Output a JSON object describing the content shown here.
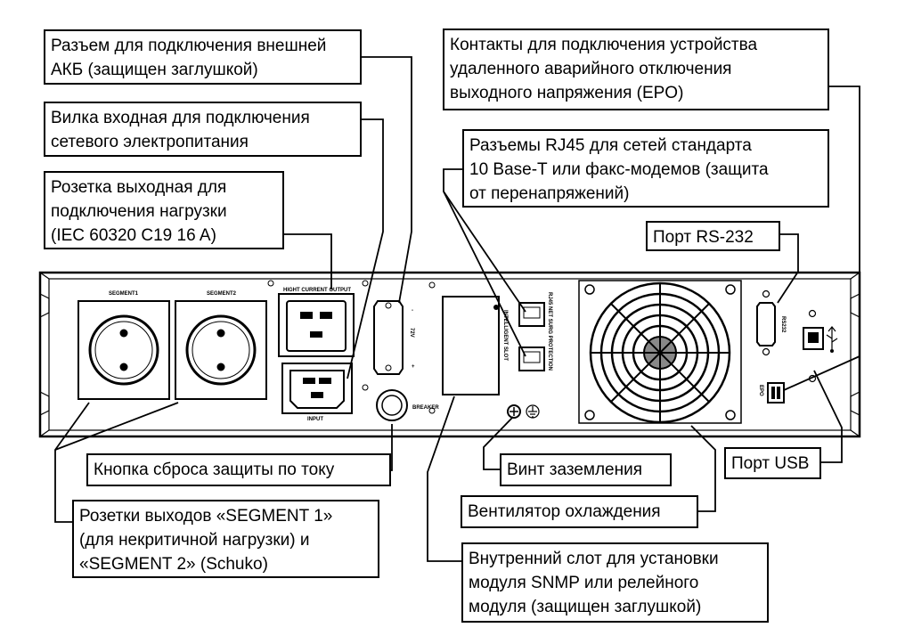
{
  "callouts": {
    "battery_connector": [
      "Разъем для подключения внешней",
      "АКБ (защищен заглушкой)"
    ],
    "input_plug": [
      "Вилка входная для подключения",
      "сетевого электропитания"
    ],
    "output_socket": [
      "Розетка выходная для",
      "подключения нагрузки",
      "(IEC 60320 C19 16 A)"
    ],
    "epo_contacts": [
      "Контакты для подключения устройства",
      "удаленного аварийного отключения",
      "выходного напряжения (EPO)"
    ],
    "rj45_ports": [
      "Разъемы RJ45 для сетей стандарта",
      "10 Base-T или факс-модемов (защита",
      "от перенапряжений)"
    ],
    "rs232_port": [
      "Порт RS-232"
    ],
    "reset_button": [
      "Кнопка сброса защиты по току"
    ],
    "segment_outlets": [
      "Розетки выходов «SEGMENT 1»",
      "(для некритичной нагрузки) и",
      "«SEGMENT 2» (Schuko)"
    ],
    "ground_screw": [
      "Винт заземления"
    ],
    "cooling_fan": [
      "Вентилятор охлаждения"
    ],
    "usb_port": [
      "Порт USB"
    ],
    "internal_slot": [
      "Внутренний слот для установки",
      "модуля SNMP или релейного",
      "модуля (защищен заглушкой)"
    ]
  },
  "panel_labels": {
    "segment1": "SEGMENT1",
    "segment2": "SEGMENT2",
    "high_current_output": "HIGHT CURRENT OUTPUT",
    "input": "INPUT",
    "breaker": "BREAKER",
    "battery_voltage": "72V",
    "minus": "-",
    "plus": "+",
    "intelligent_slot": "INTELLIGENT SLOT",
    "rj45": "RJ45 NET SURG PROTECTION",
    "rs232": "RS232",
    "epo": "EPO"
  },
  "icons": [
    "ground-icon",
    "usb-icon",
    "fan-guard",
    "screw-icon"
  ]
}
